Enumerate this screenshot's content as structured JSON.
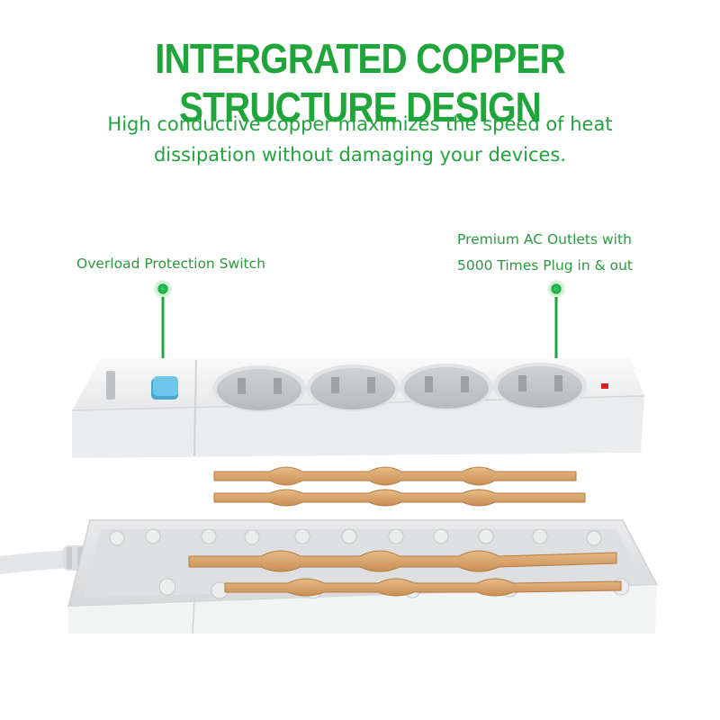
{
  "headline": "INTERGRATED COPPER STRUCTURE DESIGN",
  "subtitle": {
    "line1": "High conductive copper maximizes the speed of heat",
    "line2": "dissipation without damaging your devices."
  },
  "callouts": {
    "switch": "Overload Protection Switch",
    "outlets_line1": "Premium AC Outlets with",
    "outlets_line2": "5000  Times Plug in & out"
  },
  "colors": {
    "brand_green": "#1fa53a",
    "switch_blue": "#6ec6ea",
    "copper": "#d9a670",
    "housing": "#f1f2f2"
  }
}
